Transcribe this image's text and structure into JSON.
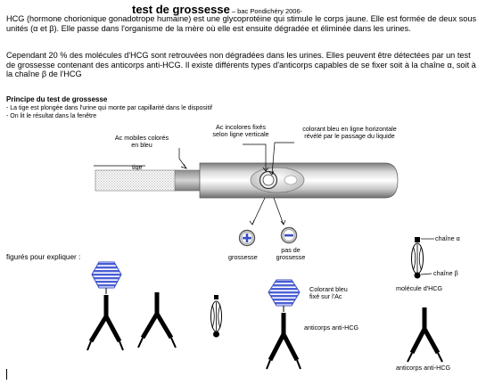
{
  "header": {
    "title": "test de grossesse",
    "subtitle": " – bac Pondichéry 2006-"
  },
  "intro": {
    "p1": "HCG (hormone chorionique gonadotrope humaine) est une glycoprotéine qui stimule le corps jaune. Elle est formée de deux sous unités (α et β). Elle passe dans l'organisme de la mère où elle est ensuite dégradée et éliminée dans les urines.",
    "p2": "Cependant 20 % des molécules d'HCG sont retrouvées non dégradées dans les urines. Elles peuvent être détectées par un test de grossesse contenant des anticorps anti-HCG. Il existe différents types d'anticorps capables de se fixer soit à la chaîne α, soit à la chaîne β de l'HCG"
  },
  "principle": {
    "heading": "Principe du test de grossesse",
    "bullet1": "- La tige est plongée dans l'urine qui monte par capillarité dans le dispositif",
    "bullet2": "- On lit le résultat dans la fenêtre"
  },
  "diagram": {
    "label_fixed_line1": "Ac incolores fixés",
    "label_fixed_line2": "selon ligne verticale",
    "label_blue_line1": "colorant bleu en ligne horizontale",
    "label_blue_line2": "révélé par le passage  du liquide",
    "label_mobile_line1": "Ac mobiles colorés",
    "label_mobile_line2": "en bleu",
    "label_tige": "tige",
    "label_positive": "grossesse",
    "label_negative_line1": "pas de",
    "label_negative_line2": "grossesse"
  },
  "figures": {
    "intro": "figurés pour expliquer :",
    "label_dye_line1": "Colorant bleu",
    "label_dye_line2": "fixé sur l'Ac",
    "label_antibody1": "anticorps anti-HCG",
    "label_chain_alpha": "chaîne α",
    "label_chain_beta": "chaîne β",
    "label_molecule": "molécule d'HCG",
    "label_antibody2": "anticorps anti-HCG"
  },
  "colors": {
    "blue": "#3b4fc4",
    "stripe_blue": "#4a5fd6",
    "tube_gray": "#b9b9b9",
    "cap_gray": "#a8a8a8"
  }
}
